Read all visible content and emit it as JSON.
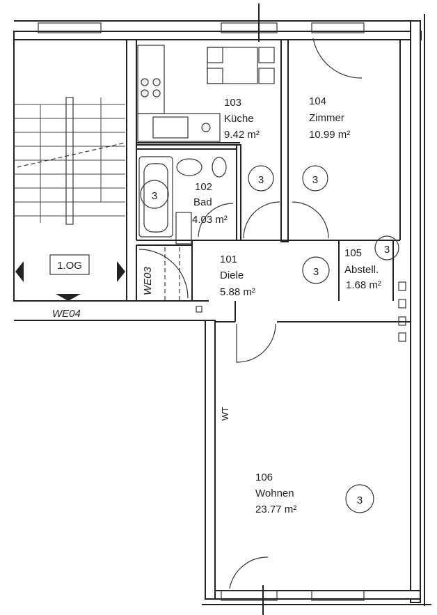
{
  "plan": {
    "floor_label": "1.OG",
    "unit_labels": [
      "WE03",
      "WE04"
    ],
    "wall_marker": "WT",
    "rooms": [
      {
        "number": "101",
        "name": "Diele",
        "area": "5.88 m²",
        "badge": "3"
      },
      {
        "number": "102",
        "name": "Bad",
        "area": "4.03 m²",
        "badge": "3"
      },
      {
        "number": "103",
        "name": "Küche",
        "area": "9.42 m²",
        "badge": "3"
      },
      {
        "number": "104",
        "name": "Zimmer",
        "area": "10.99 m²",
        "badge": "3"
      },
      {
        "number": "105",
        "name": "Abstell.",
        "area": "1.68 m²",
        "badge": "3"
      },
      {
        "number": "106",
        "name": "Wohnen",
        "area": "23.77 m²",
        "badge": "3"
      }
    ]
  }
}
